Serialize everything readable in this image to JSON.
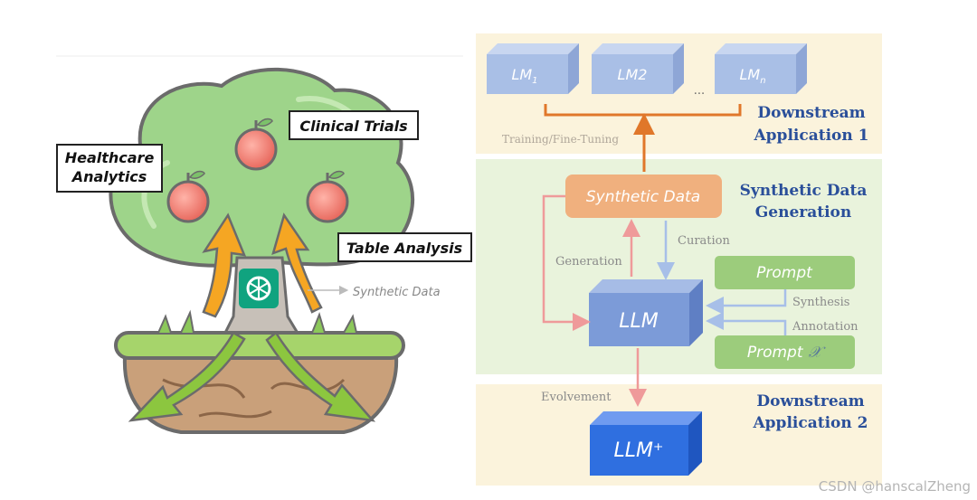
{
  "tree": {
    "clinical_trials": "Clinical Trials",
    "healthcare_line1": "Healthcare",
    "healthcare_line2": "Analytics",
    "table_analysis": "Table Analysis",
    "synthetic_data": "Synthetic Data",
    "logo_icon": "openai-logo-icon"
  },
  "pipeline": {
    "lm1": "LM",
    "lm1_sub": "1",
    "lm2": "LM2",
    "lmn": "LM",
    "lmn_sub": "n",
    "ellipsis": "...",
    "training": "Training/Fine-Tuning",
    "downstream1_line1": "Downstream",
    "downstream1_line2": "Application 1",
    "synthetic_box": "Synthetic Data",
    "sdg_line1": "Synthetic Data",
    "sdg_line2": "Generation",
    "generation": "Generation",
    "curation": "Curation",
    "prompt1": "Prompt",
    "synthesis": "Synthesis",
    "annotation": "Annotation",
    "prompt2": "Prompt",
    "prompt2_symbol": "𝒳",
    "llm": "LLM",
    "evolvement": "Evolvement",
    "downstream2_line1": "Downstream",
    "downstream2_line2": "Application 2",
    "llm_plus": "LLM⁺"
  },
  "watermark": "CSDN @hanscalZheng",
  "colors": {
    "panel_cream": "#fbf3dc",
    "panel_green": "#e9f3dc",
    "cube_blue": "#a9bfe6",
    "llm_blue": "#7c9bd8",
    "llm_plus_blue": "#2f6fe0",
    "synthetic_orange": "#f0b07e",
    "prompt_green": "#9ccc7c",
    "title_blue": "#2a4f9a",
    "arrow_orange": "#e0772a",
    "arrow_pink": "#ef9a9a",
    "arrow_lightblue": "#a7bfe8"
  }
}
